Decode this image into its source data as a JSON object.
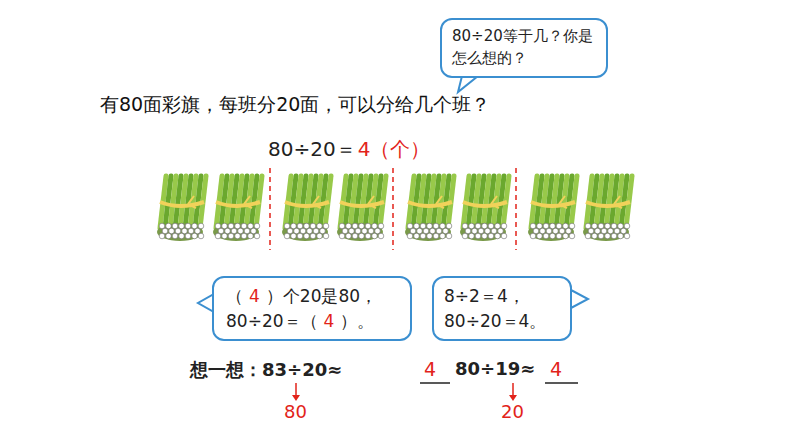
{
  "diagram": {
    "title": "有80面彩旗，每班分20面，可以分给几个班？",
    "nodes": [
      {
        "text": [
          "80÷20等于几？你是怎么想的？"
        ]
      },
      {
        "text": [
          "（",
          "4",
          "）个20是80，",
          "80÷20＝（",
          "4",
          "）。"
        ]
      },
      {
        "text": [
          "8÷2＝4，",
          "80÷20＝4。"
        ]
      }
    ],
    "labels": [
      "80÷20＝",
      "4（个）",
      "想一想：83÷20≈",
      "4",
      "80÷19≈",
      "4",
      "80",
      "20"
    ]
  }
}
